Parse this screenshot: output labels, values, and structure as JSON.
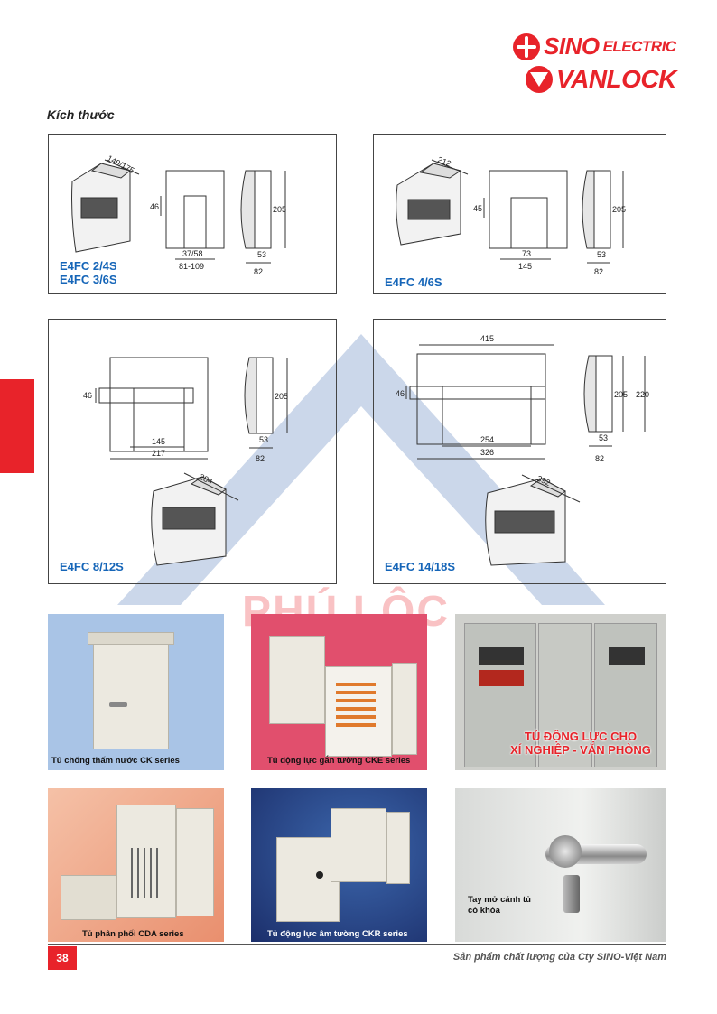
{
  "logo": {
    "brand1": "SINO",
    "brand1_suffix": "ELECTRIC",
    "brand2": "VANLOCK",
    "brand_color": "#e8232a"
  },
  "section_title": "Kích thước",
  "watermark": "PHÚ LỘC",
  "panels": [
    {
      "model_line1": "E4FC 2/4S",
      "model_line2": "E4FC 3/6S",
      "dims": {
        "top": "149/175",
        "h_small": "46",
        "inner_w": "37/58",
        "outer_w": "81-109",
        "height": "205",
        "depth_in": "53",
        "depth_out": "82"
      }
    },
    {
      "model_line1": "E4FC 4/6S",
      "dims": {
        "top": "212",
        "h_small": "45",
        "inner_w": "73",
        "outer_w": "145",
        "height": "205",
        "depth_in": "53",
        "depth_out": "82"
      }
    },
    {
      "model_line1": "E4FC 8/12S",
      "dims": {
        "top": "284",
        "h_small": "46",
        "inner_w": "145",
        "outer_w": "217",
        "height": "205",
        "depth_in": "53",
        "depth_out": "82"
      }
    },
    {
      "model_line1": "E4FC 14/18S",
      "dims": {
        "top": "415",
        "top2": "392",
        "h_small": "46",
        "inner_w": "254",
        "outer_w": "326",
        "height": "205",
        "height2": "220",
        "depth_in": "53",
        "depth_out": "82"
      }
    }
  ],
  "photos": [
    {
      "caption": "Tủ chống thấm nước CK series"
    },
    {
      "caption": "Tủ động lực gắn tường CKE series"
    },
    {
      "caption_line1": "TỦ ĐỘNG LỰC CHO",
      "caption_line2": "XÍ NGHIỆP - VĂN PHÒNG"
    },
    {
      "caption": "Tủ phân phối CDA series"
    },
    {
      "caption": "Tủ động lực âm tường CKR series"
    },
    {
      "caption_line1": "Tay mở cánh tủ",
      "caption_line2": "có khóa"
    }
  ],
  "footer": {
    "page_number": "38",
    "text": "Sản phẩm chất lượng của Cty SINO-Việt Nam"
  }
}
